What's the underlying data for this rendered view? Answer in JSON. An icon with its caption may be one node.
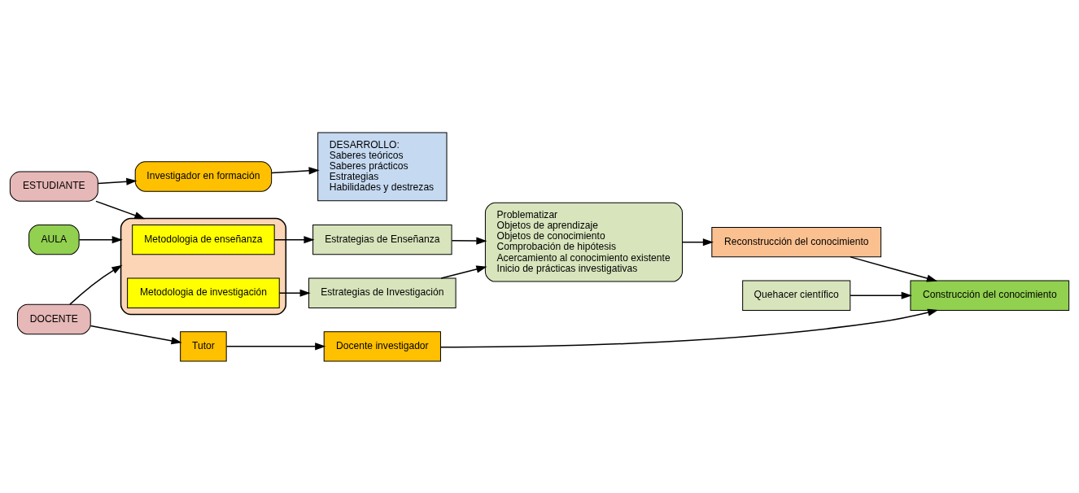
{
  "diagram": {
    "nodes": [
      {
        "text": [
          "ESTUDIANTE"
        ]
      },
      {
        "text": [
          "Investigador en formación"
        ]
      },
      {
        "text": [
          "DESARROLLO:",
          "Saberes teóricos",
          "Saberes prácticos",
          "Estrategias",
          "Habilidades y destrezas"
        ]
      },
      {
        "text": [
          "AULA"
        ]
      },
      {
        "text": [],
        "shape": "box"
      },
      {
        "text": [
          "Metodologia de enseñanza"
        ],
        "in": 4
      },
      {
        "text": [
          "Metodologia de investigación"
        ],
        "in": 4
      },
      {
        "text": [
          "Estrategias de Enseñanza"
        ]
      },
      {
        "text": [
          "Estrategias de Investigación"
        ]
      },
      {
        "text": [
          "Problematizar",
          "Objetos de aprendizaje",
          "Objetos de conocimiento",
          "Comprobación de hipótesis",
          "Acercamiento al conocimiento existente",
          "Inicio de prácticas investigativas"
        ]
      },
      {
        "text": [
          "Reconstrucción del conocimiento"
        ]
      },
      {
        "text": [
          "Quehacer científico"
        ]
      },
      {
        "text": [
          "Construcción del conocimiento"
        ]
      },
      {
        "text": [
          "DOCENTE"
        ]
      },
      {
        "text": [
          "Tutor"
        ]
      },
      {
        "text": [
          "Docente investigador"
        ]
      }
    ],
    "edges": [
      {
        "from": 0,
        "to": 1,
        "arrow": "to"
      },
      {
        "from": 1,
        "to": 2,
        "arrow": "to"
      },
      {
        "from": 0,
        "to": 4,
        "arrow": "to"
      },
      {
        "from": 3,
        "to": 4,
        "arrow": "to"
      },
      {
        "from": 5,
        "to": 7,
        "arrow": "to"
      },
      {
        "from": 6,
        "to": 8,
        "arrow": "to"
      },
      {
        "from": 7,
        "to": 9,
        "arrow": "to"
      },
      {
        "from": 8,
        "to": 9,
        "arrow": "to"
      },
      {
        "from": 9,
        "to": 10,
        "arrow": "to"
      },
      {
        "from": 10,
        "to": 12,
        "arrow": "to"
      },
      {
        "from": 11,
        "to": 12,
        "arrow": "to"
      },
      {
        "from": 13,
        "to": 4,
        "arrow": "to"
      },
      {
        "from": 13,
        "to": 14,
        "arrow": "to"
      },
      {
        "from": 14,
        "to": 15,
        "arrow": "to"
      },
      {
        "from": 15,
        "to": 12,
        "arrow": "to"
      }
    ]
  }
}
